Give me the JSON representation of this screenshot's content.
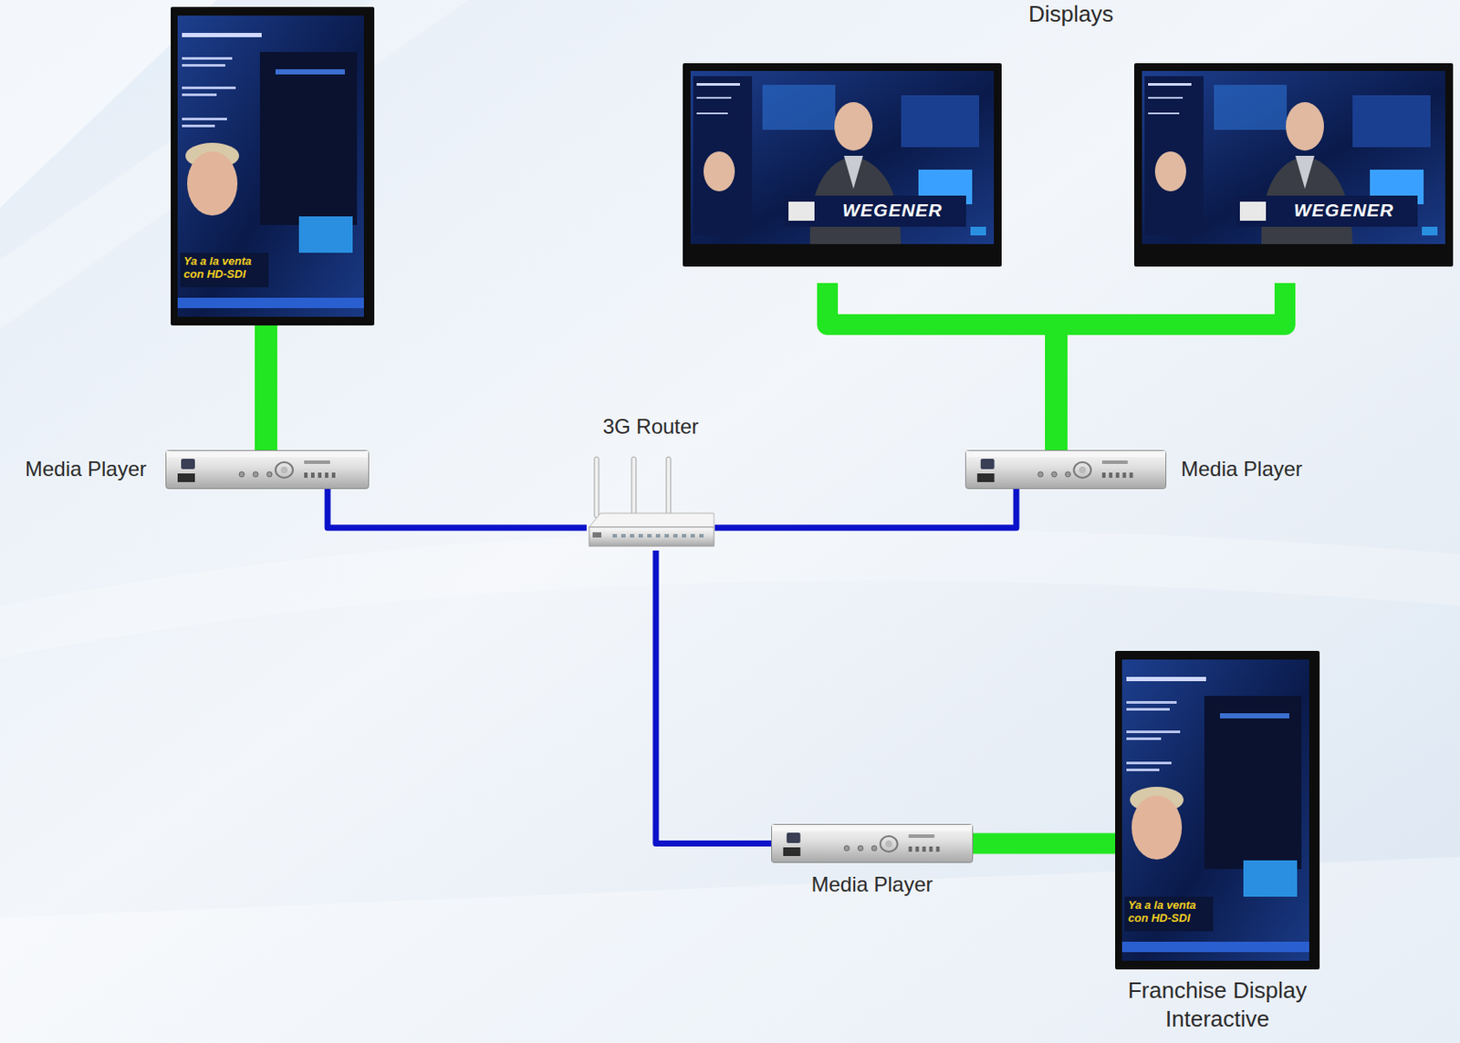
{
  "diagram": {
    "nodes": [
      {
        "text": [
          "Media Player"
        ]
      },
      {
        "text": [
          "3G Router"
        ]
      },
      {
        "text": [
          "Media Player"
        ]
      },
      {
        "text": [
          "Media Player"
        ]
      },
      {
        "text": [
          "Franchise Display Interactive"
        ]
      }
    ],
    "edges": [
      {
        "from": 0,
        "to": 1,
        "arrow": "none"
      },
      {
        "from": 1,
        "to": 2,
        "arrow": "none"
      },
      {
        "from": 1,
        "to": 3,
        "arrow": "none"
      },
      {
        "from": 3,
        "to": 4,
        "arrow": "none"
      }
    ],
    "labels": [
      "Displays",
      "WEGENER",
      "WEGENER",
      "Ya a la venta con HD-SDI",
      "Ya a la venta con HD-SDI"
    ]
  }
}
